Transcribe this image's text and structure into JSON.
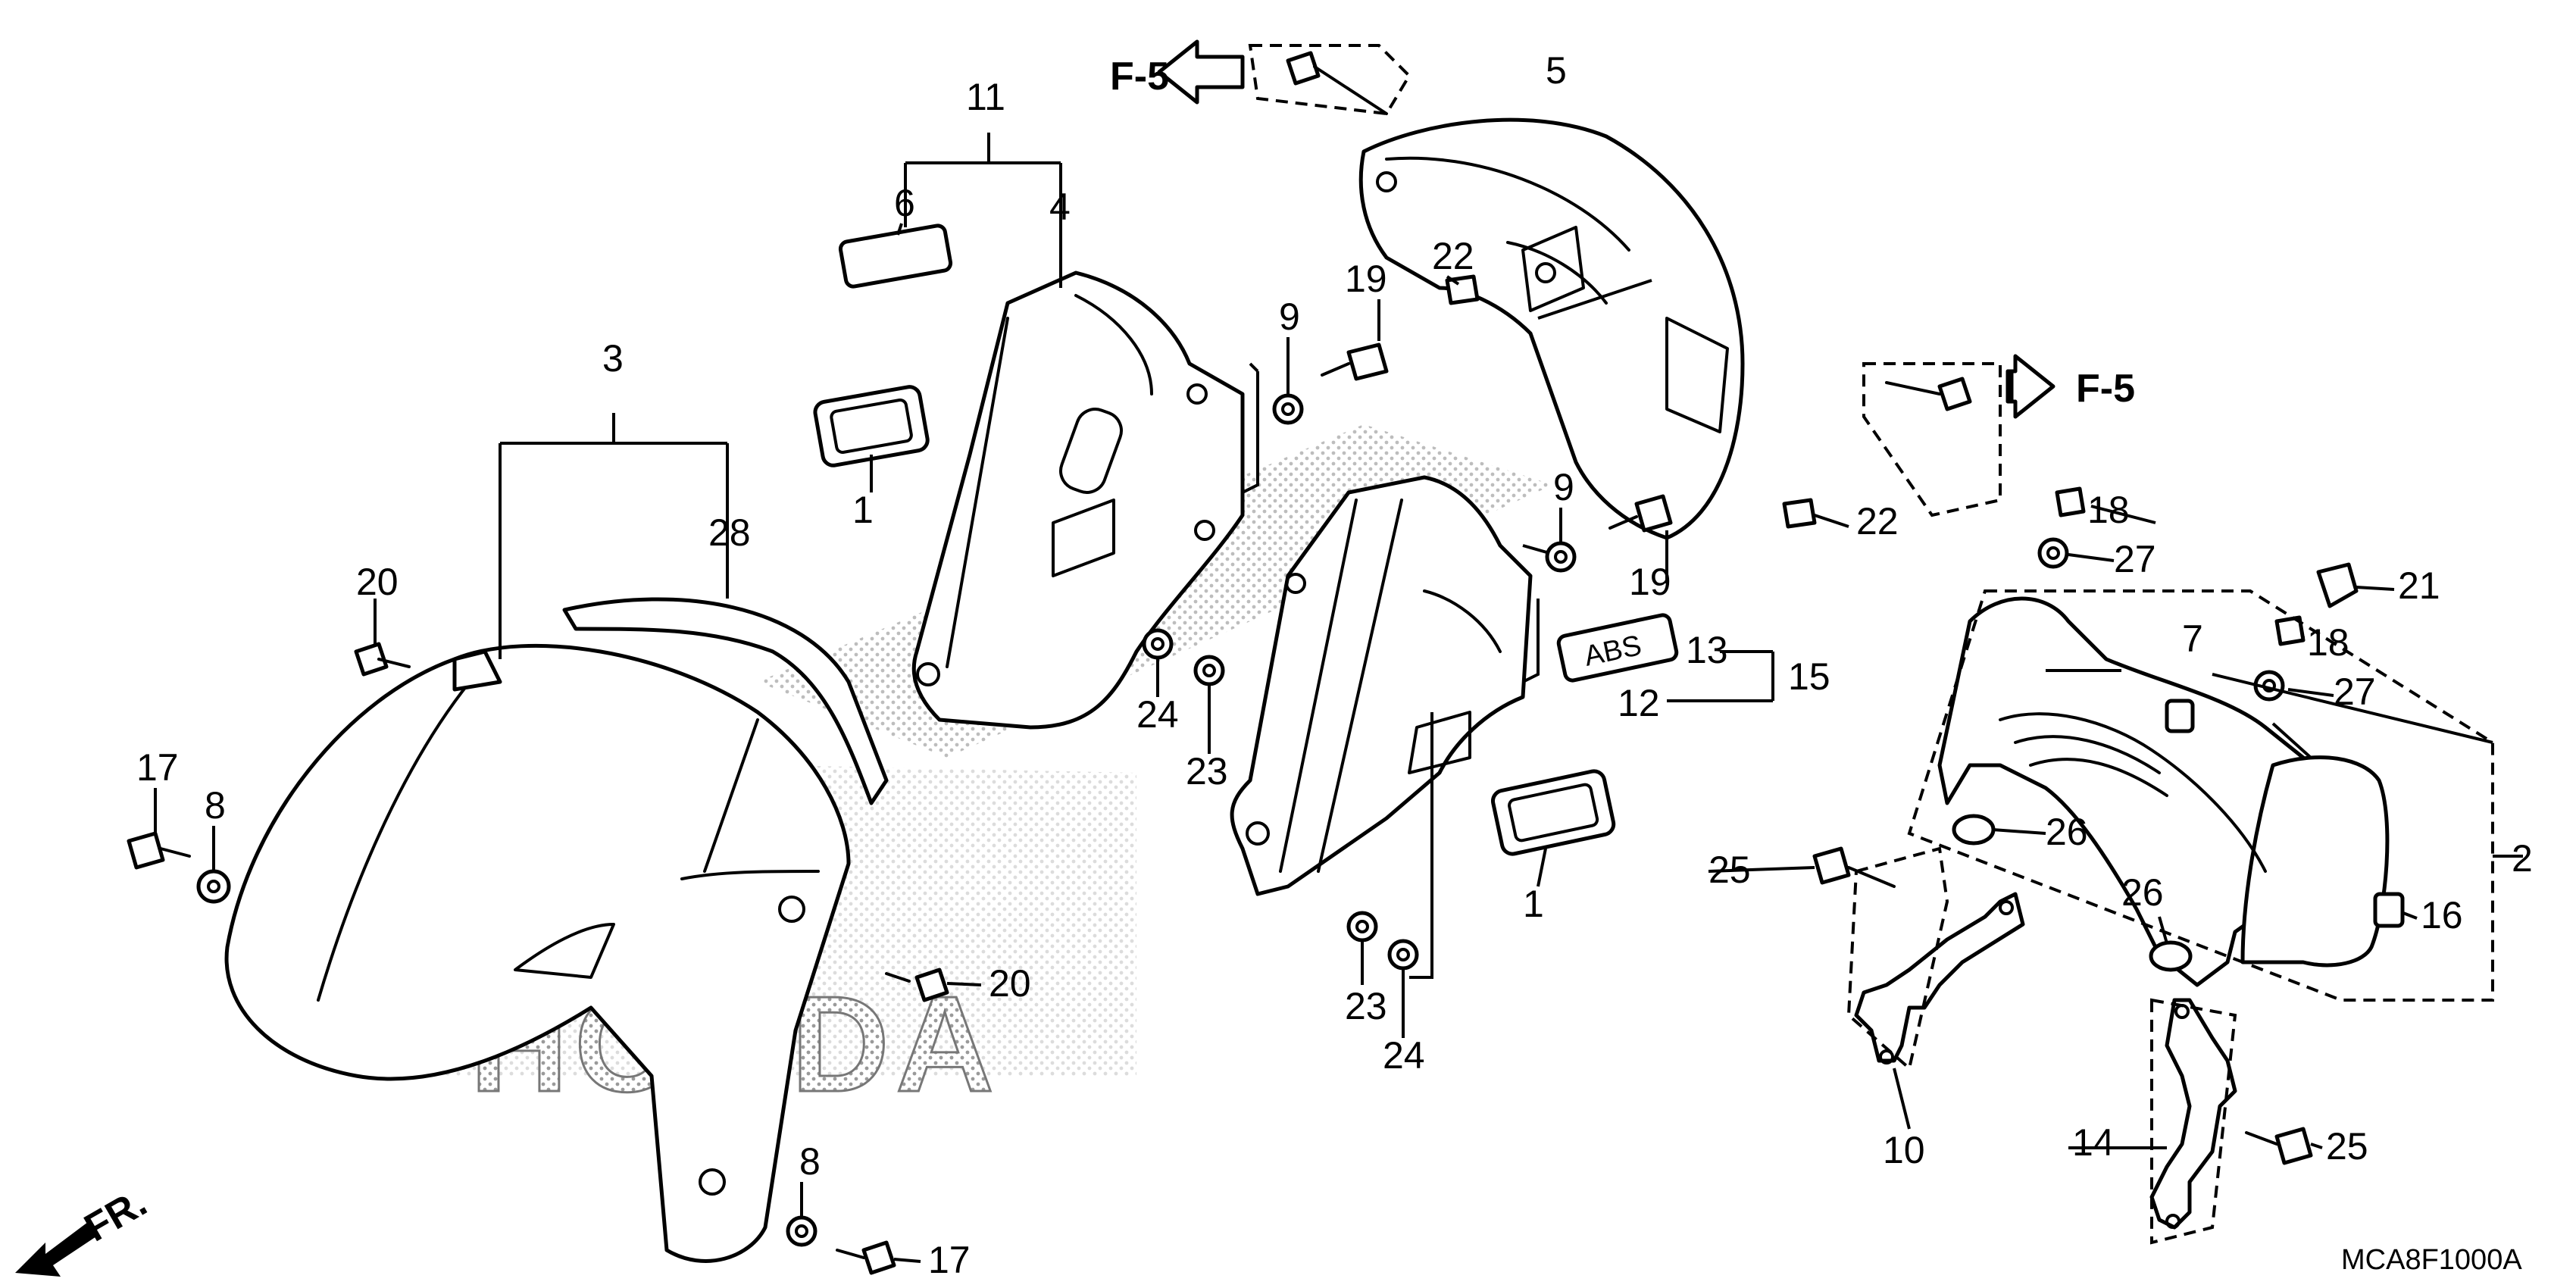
{
  "diagram": {
    "watermark_brand": "HONDA",
    "front_indicator": "FR.",
    "figure_code": "MCA8F1000A",
    "cross_reference": "F-5",
    "callouts": {
      "c1": "1",
      "c2": "2",
      "c3": "3",
      "c4": "4",
      "c5": "5",
      "c6": "6",
      "c7": "7",
      "c8": "8",
      "c9": "9",
      "c10": "10",
      "c11": "11",
      "c12": "12",
      "c13": "13",
      "c14": "14",
      "c15": "15",
      "c16": "16",
      "c17": "17",
      "c18": "18",
      "c19": "19",
      "c20": "20",
      "c21": "21",
      "c22": "22",
      "c23": "23",
      "c24": "24",
      "c25": "25",
      "c26": "26",
      "c27": "27",
      "c28": "28"
    },
    "part_emblem_text": "ABS"
  }
}
